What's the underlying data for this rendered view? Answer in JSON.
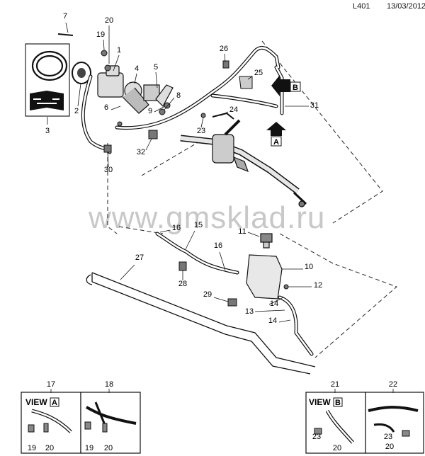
{
  "header": {
    "code": "L401",
    "date": "13/03/2012"
  },
  "watermark": "www.gmsklad.ru",
  "callouts": [
    "1",
    "2",
    "3",
    "4",
    "5",
    "6",
    "7",
    "8",
    "9",
    "10",
    "11",
    "12",
    "13",
    "14",
    "15",
    "16",
    "17",
    "18",
    "19",
    "20",
    "21",
    "22",
    "23",
    "24",
    "25",
    "26",
    "27",
    "28",
    "29",
    "30",
    "31",
    "32"
  ],
  "view_markers": {
    "a": "A",
    "b": "B"
  },
  "insets": {
    "view_a": {
      "title": "VIEW",
      "letter": "A",
      "callout": "17",
      "parts": [
        "19",
        "20"
      ]
    },
    "detail_18": {
      "callout": "18",
      "parts": [
        "19",
        "20"
      ]
    },
    "view_b": {
      "title": "VIEW",
      "letter": "B",
      "callout": "21",
      "parts": [
        "23",
        "20"
      ]
    },
    "detail_22": {
      "callout": "22",
      "parts": [
        "23",
        "20"
      ]
    }
  },
  "icon_names": [
    "drive-belt-icon",
    "workshop-manual-icon",
    "arrow-a-icon",
    "arrow-b-icon"
  ]
}
